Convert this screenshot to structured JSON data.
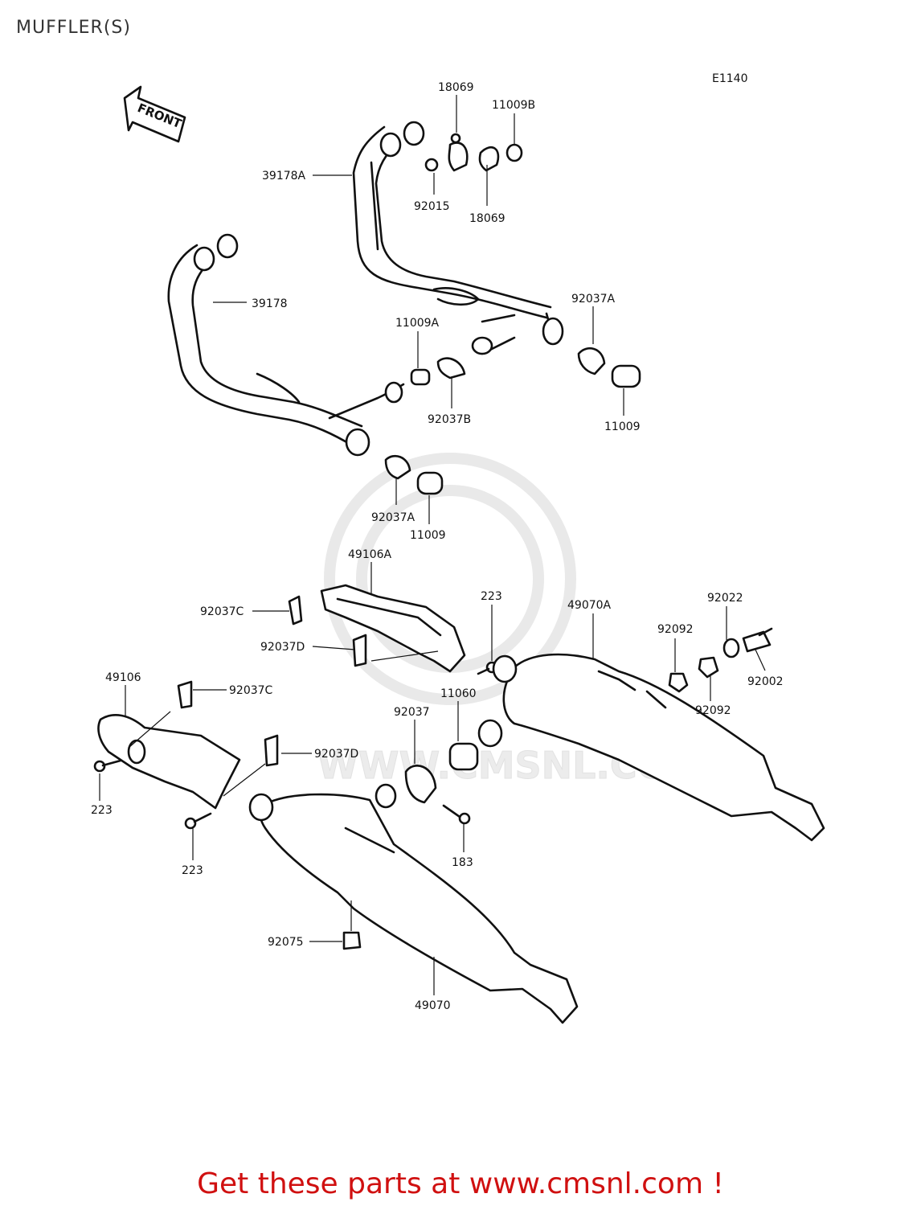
{
  "page_title": "MUFFLER(S)",
  "diagram_code": "E1140",
  "front_label": "FRONT",
  "watermark_text": "WWW.CMSNL.COM",
  "footer_link": "Get these parts at www.cmsnl.com !",
  "colors": {
    "footer_link": "#d01010",
    "lines": "#111111",
    "watermark": "#e9e9e9"
  },
  "labels": {
    "p18069_top": "18069",
    "p11009B": "11009B",
    "p39178A": "39178A",
    "p92015": "92015",
    "p18069_bottom": "18069",
    "p39178": "39178",
    "p92037A_right": "92037A",
    "p11009A": "11009A",
    "p92037B": "92037B",
    "p11009_right": "11009",
    "p92037A_mid": "92037A",
    "p11009_mid": "11009",
    "p49106A": "49106A",
    "p223_mid": "223",
    "p49070A": "49070A",
    "p92022": "92022",
    "p92037C_top": "92037C",
    "p92092_top": "92092",
    "p92037D_top": "92037D",
    "p92002": "92002",
    "p49106": "49106",
    "p92037C_left": "92037C",
    "p11060": "11060",
    "p92092_bottom": "92092",
    "p92037_clamp": "92037",
    "p92037D_left": "92037D",
    "p223_left": "223",
    "p183": "183",
    "p223_bottom": "223",
    "p92075": "92075",
    "p49070": "49070"
  }
}
